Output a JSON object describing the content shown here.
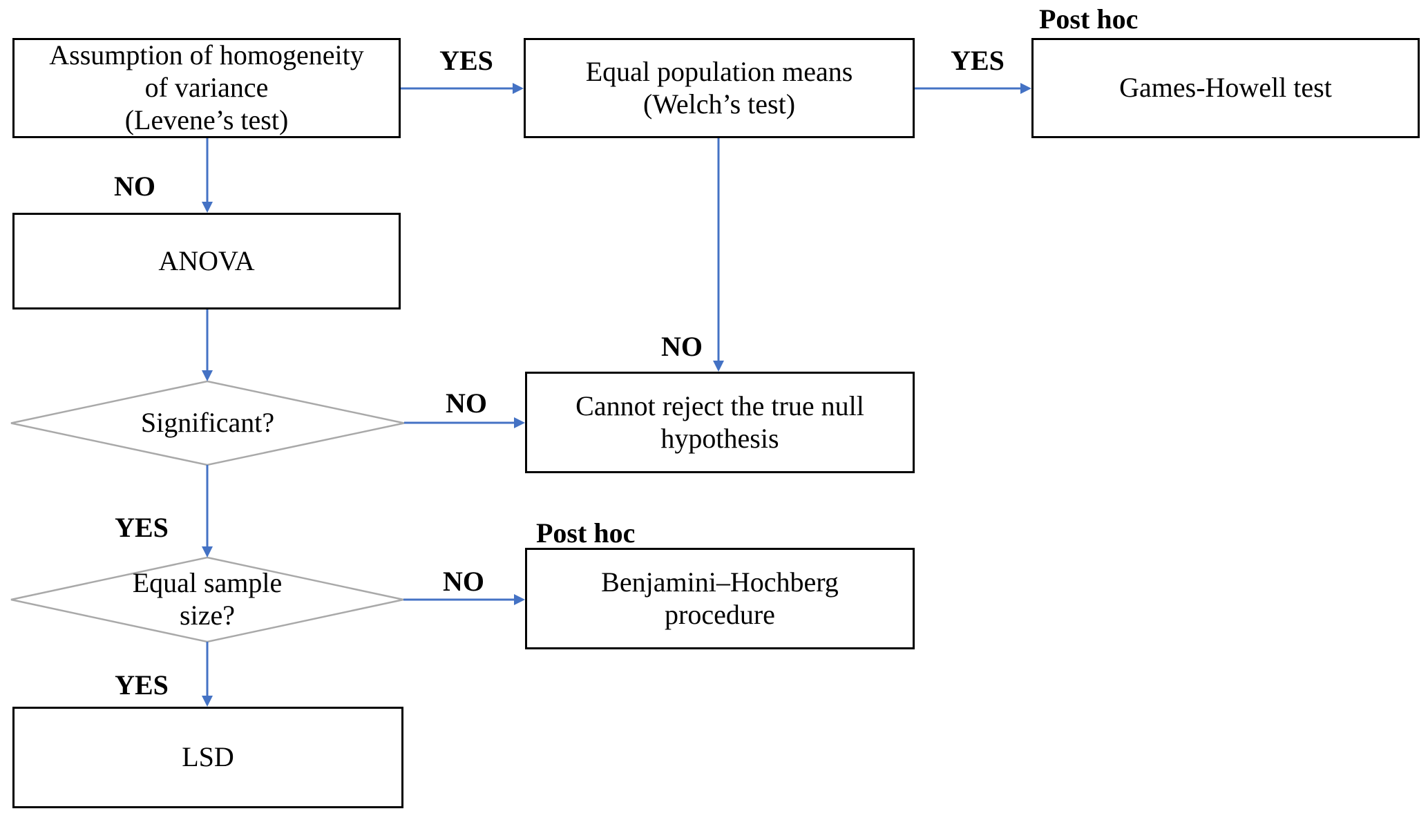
{
  "colors": {
    "arrow": "#4472C4",
    "box_border": "#000000",
    "diamond_border": "#A9A9A9",
    "text": "#000000",
    "background": "#FFFFFF"
  },
  "labels": {
    "yes": "YES",
    "no": "NO",
    "post_hoc": "Post hoc"
  },
  "nodes": {
    "levene": {
      "type": "process",
      "lines": [
        "Assumption of homogeneity",
        "of variance",
        "(Levene’s test)"
      ]
    },
    "welch": {
      "type": "process",
      "lines": [
        "Equal population means",
        "(Welch’s test)"
      ]
    },
    "games_howell": {
      "type": "process",
      "annotation": "Post hoc",
      "lines": [
        "Games-Howell test"
      ]
    },
    "anova": {
      "type": "process",
      "lines": [
        "ANOVA"
      ]
    },
    "significant": {
      "type": "decision",
      "lines": [
        "Significant?"
      ]
    },
    "cannot_reject": {
      "type": "process",
      "lines": [
        "Cannot reject the true null",
        "hypothesis"
      ]
    },
    "equal_sample_size": {
      "type": "decision",
      "lines": [
        "Equal sample",
        "size?"
      ]
    },
    "benjamini_hochberg": {
      "type": "process",
      "annotation": "Post hoc",
      "lines": [
        "Benjamini–Hochberg",
        "procedure"
      ]
    },
    "lsd": {
      "type": "process",
      "lines": [
        "LSD"
      ]
    }
  },
  "edges": [
    {
      "from": "levene",
      "to": "welch",
      "label": "YES"
    },
    {
      "from": "levene",
      "to": "anova",
      "label": "NO"
    },
    {
      "from": "welch",
      "to": "games_howell",
      "label": "YES"
    },
    {
      "from": "welch",
      "to": "cannot_reject",
      "label": "NO"
    },
    {
      "from": "anova",
      "to": "significant",
      "label": ""
    },
    {
      "from": "significant",
      "to": "cannot_reject",
      "label": "NO"
    },
    {
      "from": "significant",
      "to": "equal_sample_size",
      "label": "YES"
    },
    {
      "from": "equal_sample_size",
      "to": "benjamini_hochberg",
      "label": "NO"
    },
    {
      "from": "equal_sample_size",
      "to": "lsd",
      "label": "YES"
    }
  ]
}
